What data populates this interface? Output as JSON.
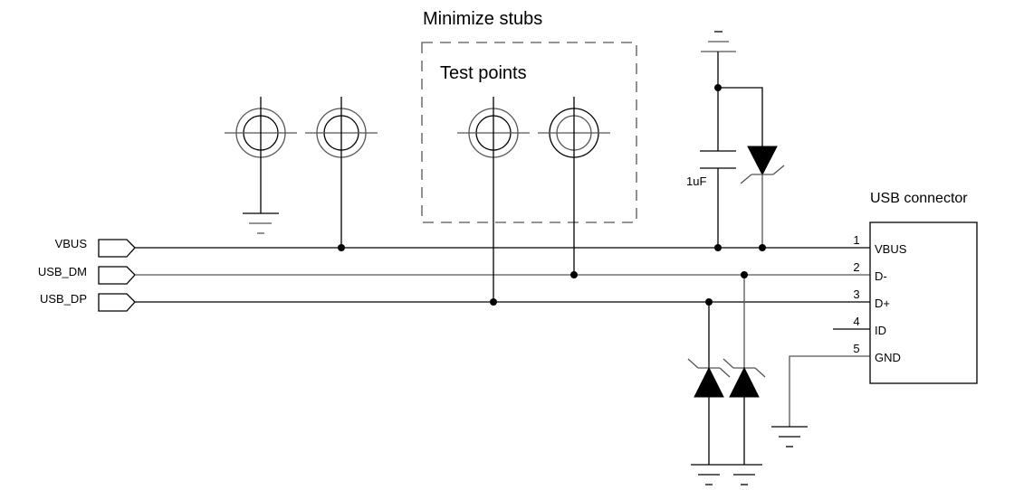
{
  "title_stubs": "Minimize stubs",
  "title_testpoints": "Test points",
  "connector": {
    "title": "USB connector",
    "pins": [
      {
        "num": "1",
        "name": "VBUS"
      },
      {
        "num": "2",
        "name": "D-"
      },
      {
        "num": "3",
        "name": "D+"
      },
      {
        "num": "4",
        "name": "ID"
      },
      {
        "num": "5",
        "name": "GND"
      }
    ]
  },
  "ports": [
    {
      "name": "VBUS"
    },
    {
      "name": "USB_DM"
    },
    {
      "name": "USB_DP"
    }
  ],
  "capacitor": {
    "value": "1uF"
  },
  "ground_mark": "_",
  "colors": {
    "wire": "#000000",
    "dashed_box": "#555555",
    "background": "#ffffff"
  }
}
